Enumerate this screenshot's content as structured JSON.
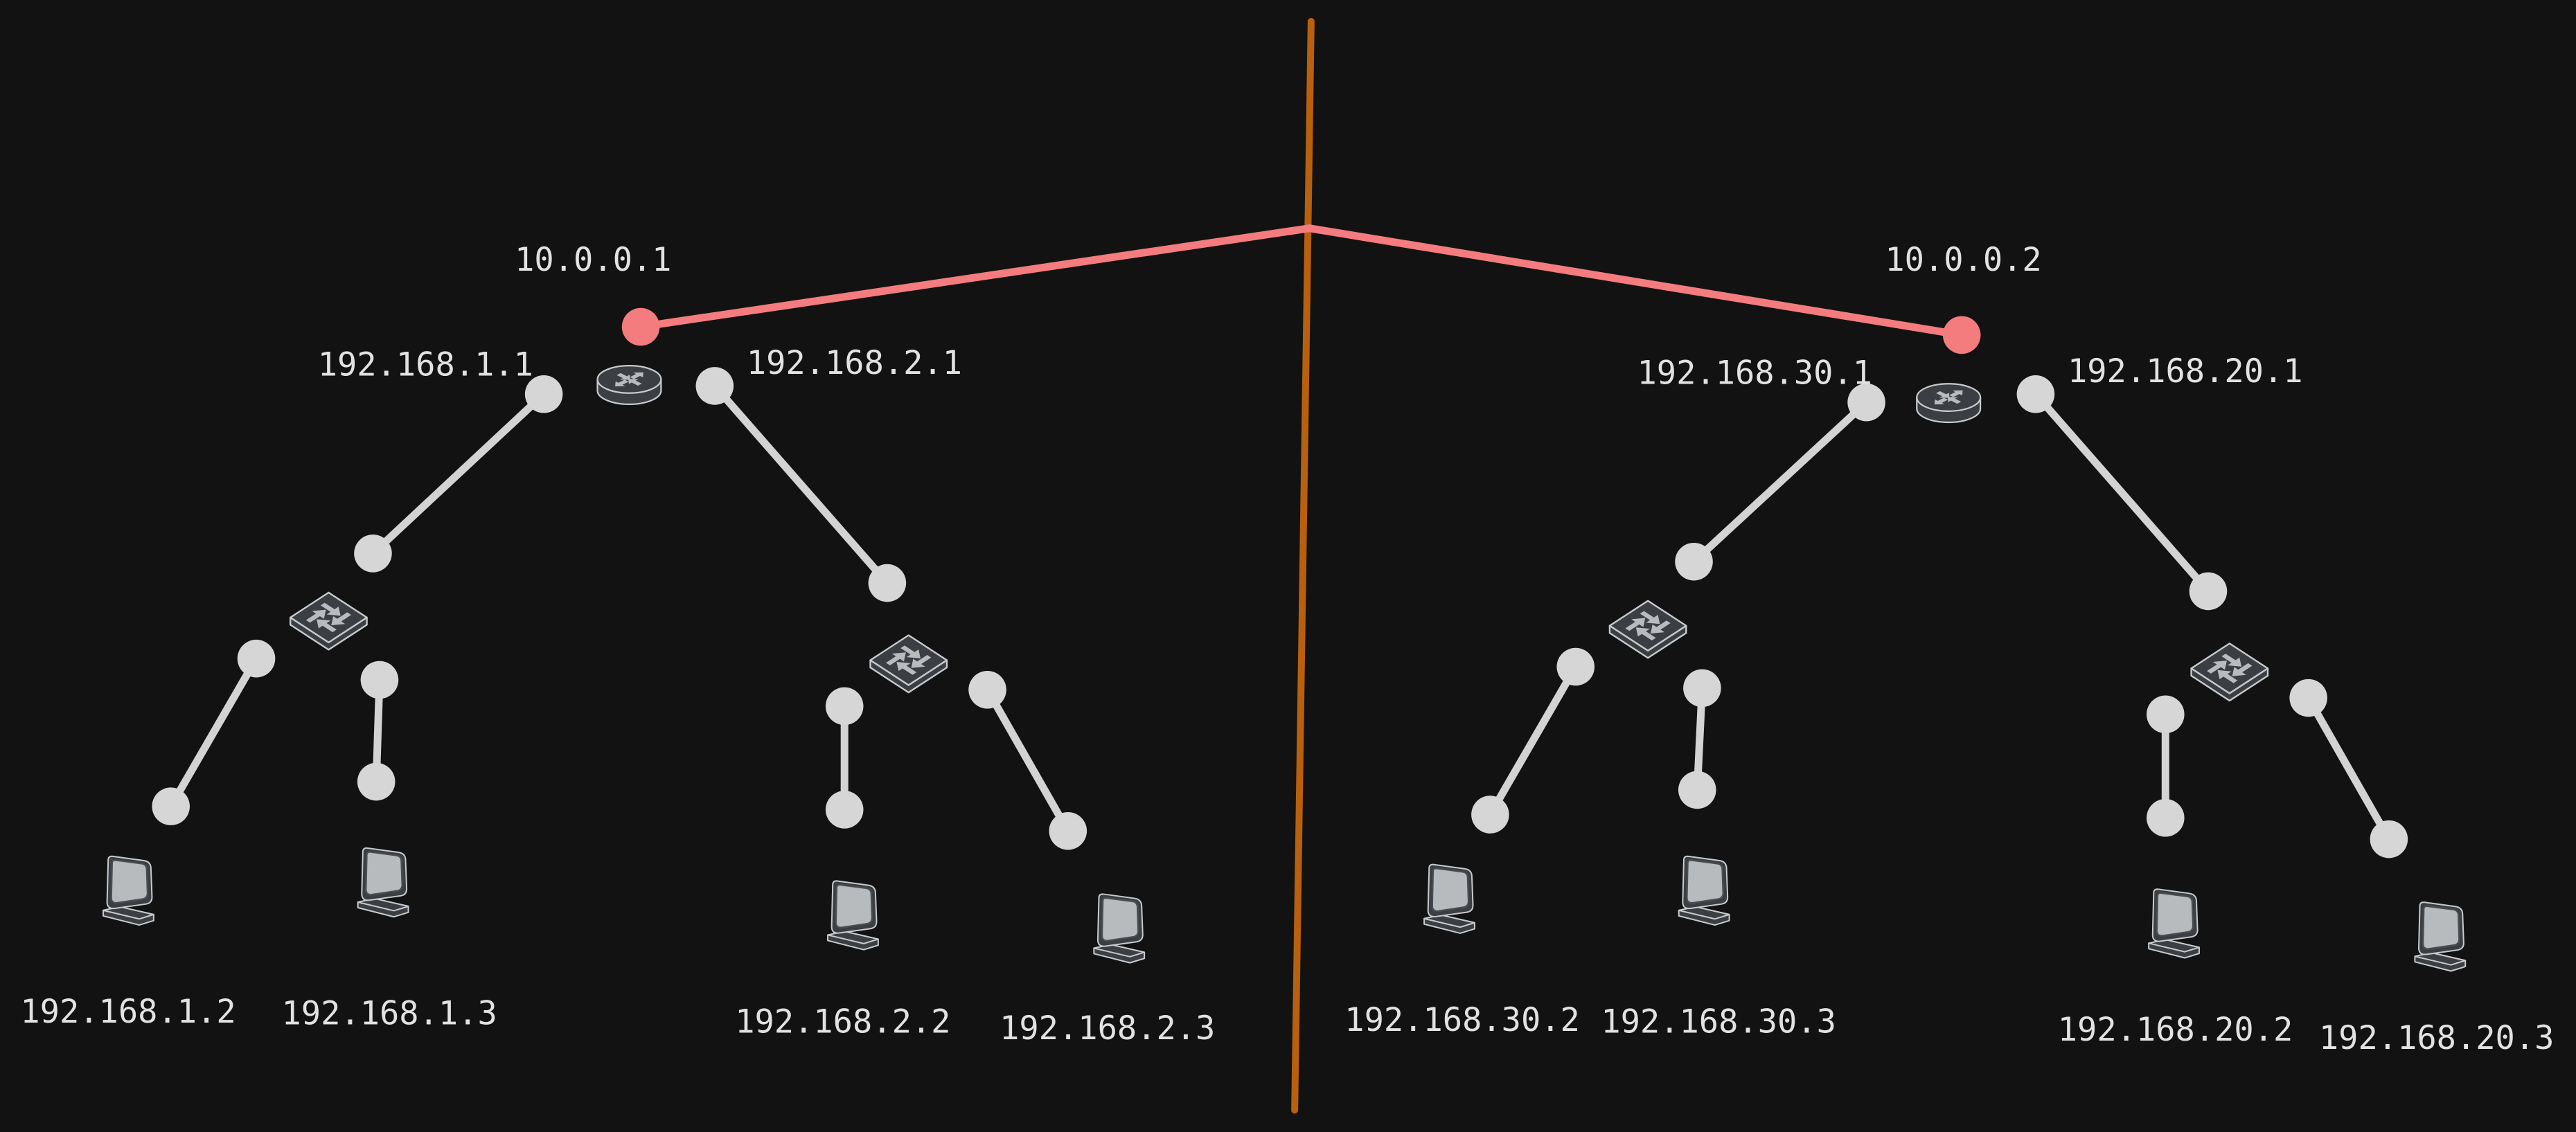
{
  "diagram": {
    "colors": {
      "background": "#121212",
      "link": "#d3d3d3",
      "wan_link": "#f47c7e",
      "divider": "#b8600e",
      "device_body": "#3b3e42",
      "device_outline": "#c8cbcd"
    },
    "icons": {
      "router": "router-icon",
      "switch": "switch-icon",
      "host": "computer-icon"
    },
    "sites": [
      {
        "router": {
          "wan_ip": "10.0.0.1",
          "left_ip": "192.168.1.1",
          "right_ip": "192.168.2.1"
        },
        "left_hosts": [
          "192.168.1.2",
          "192.168.1.3"
        ],
        "right_hosts": [
          "192.168.2.2",
          "192.168.2.3"
        ]
      },
      {
        "router": {
          "wan_ip": "10.0.0.2",
          "left_ip": "192.168.30.1",
          "right_ip": "192.168.20.1"
        },
        "left_hosts": [
          "192.168.30.2",
          "192.168.30.3"
        ],
        "right_hosts": [
          "192.168.20.2",
          "192.168.20.3"
        ]
      }
    ]
  }
}
